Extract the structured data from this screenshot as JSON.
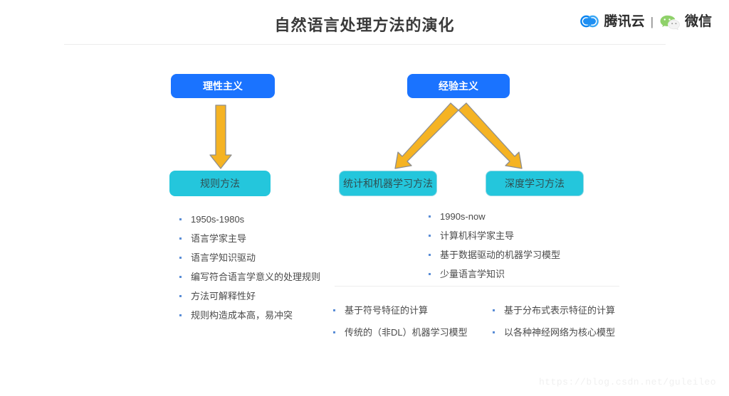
{
  "header": {
    "title": "自然语言处理方法的演化",
    "brand": {
      "cloud_icon": "tencent-cloud-icon",
      "cloud_label": "腾讯云",
      "separator": "|",
      "wechat_icon": "wechat-icon",
      "wechat_label": "微信"
    }
  },
  "diagram": {
    "nodes": {
      "rationalism": "理性主义",
      "empiricism": "经验主义",
      "rule_method": "规则方法",
      "statistical_ml": "统计和机器学习方法",
      "deep_learning": "深度学习方法"
    },
    "colors": {
      "primary_box": "#1a73ff",
      "accent_box": "#24c6dc",
      "arrow_fill": "#f5b323",
      "arrow_stroke": "#8a8a8a",
      "bullet": "#5a8dd6"
    }
  },
  "lists": {
    "rule_method_points": [
      "1950s-1980s",
      "语言学家主导",
      "语言学知识驱动",
      "编写符合语言学意义的处理规则",
      "方法可解释性好",
      "规则构造成本高，易冲突"
    ],
    "empiricism_points": [
      "1990s-now",
      "计算机科学家主导",
      "基于数据驱动的机器学习模型",
      "少量语言学知识"
    ],
    "statistical_points": [
      "基于符号特征的计算",
      "传统的（非DL）机器学习模型"
    ],
    "deep_learning_points": [
      "基于分布式表示特征的计算",
      "以各种神经网络为核心模型"
    ]
  },
  "watermark": "https://blog.csdn.net/guleileo"
}
